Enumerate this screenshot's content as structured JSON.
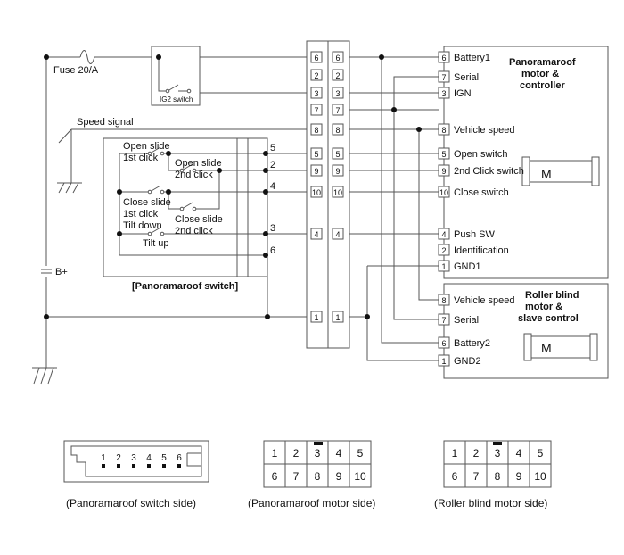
{
  "power": {
    "fuse": "Fuse 20/A",
    "ig2": "IG2 switch",
    "bplus": "B+",
    "speed_signal": "Speed signal"
  },
  "switch_box": {
    "caption": "[Panoramaroof switch]",
    "labels": [
      "Open slide",
      "1st click",
      "Open slide",
      "2nd click",
      "Close slide",
      "1st click",
      "Tilt down",
      "Close slide",
      "2nd click",
      "Tilt up"
    ],
    "terminals": [
      "5",
      "2",
      "4",
      "3",
      "6"
    ]
  },
  "junction_pins": {
    "left": [
      "6",
      "2",
      "3",
      "7",
      "8",
      "5",
      "9",
      "10",
      "4",
      "1"
    ],
    "right": [
      "6",
      "2",
      "3",
      "7",
      "8",
      "5",
      "9",
      "10",
      "4",
      "1"
    ]
  },
  "motor_controller": {
    "title": [
      "Panoramaroof",
      "motor &",
      "controller"
    ],
    "motor_symbol": "M",
    "pins": [
      {
        "num": "6",
        "label": "Battery1"
      },
      {
        "num": "7",
        "label": "Serial"
      },
      {
        "num": "3",
        "label": "IGN"
      },
      {
        "num": "8",
        "label": "Vehicle speed"
      },
      {
        "num": "5",
        "label": "Open switch"
      },
      {
        "num": "9",
        "label": "2nd Click switch"
      },
      {
        "num": "10",
        "label": "Close switch"
      },
      {
        "num": "4",
        "label": "Push SW"
      },
      {
        "num": "2",
        "label": "Identification"
      },
      {
        "num": "1",
        "label": "GND1"
      }
    ]
  },
  "roller_blind": {
    "title": [
      "Roller blind",
      "motor &",
      "slave control"
    ],
    "motor_symbol": "M",
    "pins": [
      {
        "num": "8",
        "label": "Vehicle speed"
      },
      {
        "num": "7",
        "label": "Serial"
      },
      {
        "num": "6",
        "label": "Battery2"
      },
      {
        "num": "1",
        "label": "GND2"
      }
    ]
  },
  "connectors": {
    "switch_side": {
      "pins": [
        "1",
        "2",
        "3",
        "4",
        "5",
        "6"
      ],
      "caption": "(Panoramaroof switch side)"
    },
    "motor_side": {
      "row1": [
        "1",
        "2",
        "3",
        "4",
        "5"
      ],
      "row2": [
        "6",
        "7",
        "8",
        "9",
        "10"
      ],
      "caption": "(Panoramaroof motor side)"
    },
    "roller_side": {
      "row1": [
        "1",
        "2",
        "3",
        "4",
        "5"
      ],
      "row2": [
        "6",
        "7",
        "8",
        "9",
        "10"
      ],
      "caption": "(Roller blind motor side)"
    }
  }
}
